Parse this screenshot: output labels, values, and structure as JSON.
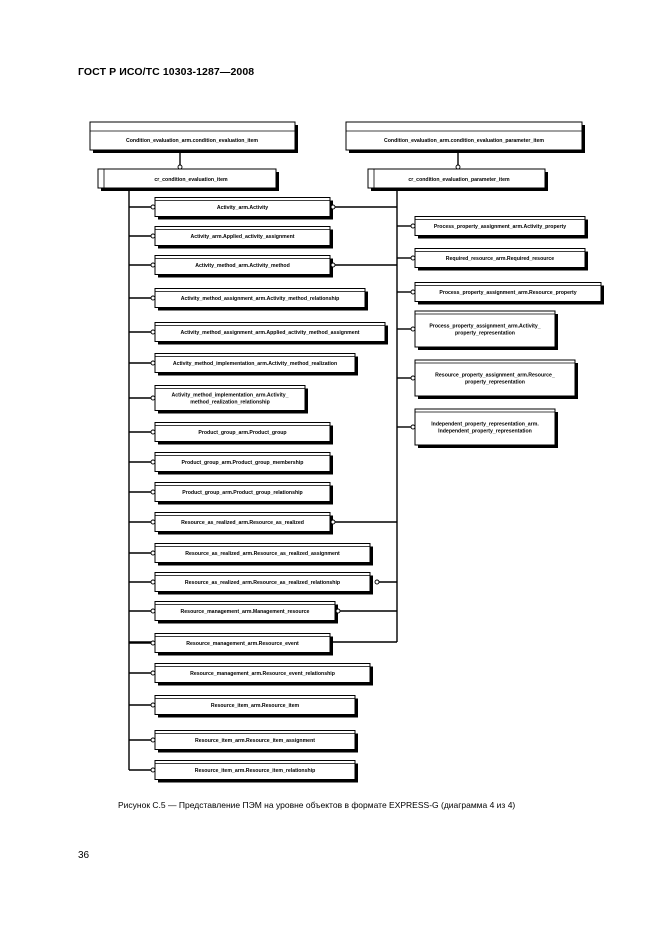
{
  "document": {
    "header": "ГОСТ Р ИСО/ТС 10303-1287—2008",
    "page_number": "36",
    "caption": "Рисунок С.5 — Представление ПЭМ на уровне объектов в формате EXPRESS-G (диаграмма 4 из 4)"
  },
  "diagram": {
    "top_left": "Condition_evaluation_arm.condition_evaluation_item",
    "top_right": "Condition_evaluation_arm.condition_evaluation_parameter_item",
    "select_left": "cr_condition_evaluation_item",
    "select_right": "cr_condition_evaluation_parameter_item",
    "left_items": [
      [
        "Activity_arm.Activity"
      ],
      [
        "Activity_arm.Applied_activity_assignment"
      ],
      [
        "Activity_method_arm.Activity_method"
      ],
      [
        "Activity_method_assignment_arm.Activity_method_relationship"
      ],
      [
        "Activity_method_assignment_arm.Applied_activity_method_assignment"
      ],
      [
        "Activity_method_implementation_arm.Activity_method_realization"
      ],
      [
        "Activity_method_implementation_arm.Activity_",
        "method_realization_relationship"
      ],
      [
        "Product_group_arm.Product_group"
      ],
      [
        "Product_group_arm.Product_group_membership"
      ],
      [
        "Product_group_arm.Product_group_relationship"
      ],
      [
        "Resource_as_realized_arm.Resource_as_realized"
      ],
      [
        "Resource_as_realized_arm.Resource_as_realized_assignment"
      ],
      [
        "Resource_as_realized_arm.Resource_as_realized_relationship"
      ],
      [
        "Resource_management_arm.Management_resource"
      ],
      [
        "Resource_management_arm.Resource_event"
      ],
      [
        "Resource_management_arm.Resource_event_relationship"
      ],
      [
        "Resource_item_arm.Resource_item"
      ],
      [
        "Resource_item_arm.Resource_item_assignment"
      ],
      [
        "Resource_item_arm.Resource_item_relationship"
      ]
    ],
    "right_items": [
      [
        "Process_property_assignment_arm.Activity_property"
      ],
      [
        "Required_resource_arm.Required_resource"
      ],
      [
        "Process_property_assignment_arm.Resource_property"
      ],
      [
        "Process_property_assignment_arm.Activity_",
        "property_representation"
      ],
      [
        "Resource_property_assignment_arm.Resource_",
        "property_representation"
      ],
      [
        "Independent_property_representation_arm.",
        "Independent_property_representation"
      ]
    ]
  }
}
